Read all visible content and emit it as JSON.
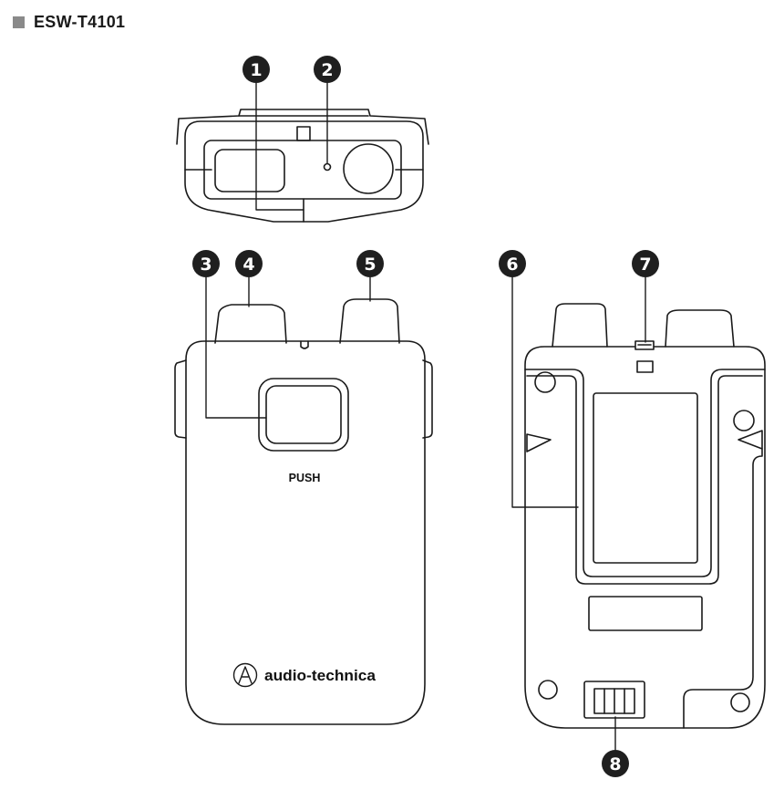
{
  "header": {
    "title": "ESW-T4101",
    "marker_color": "#8a8a8a"
  },
  "device": {
    "front_button_label": "PUSH",
    "brand_name": "audio-technica",
    "brand_logo": "audio-technica-logo-icon"
  },
  "callouts": [
    {
      "number": "1"
    },
    {
      "number": "2"
    },
    {
      "number": "3"
    },
    {
      "number": "4"
    },
    {
      "number": "5"
    },
    {
      "number": "6"
    },
    {
      "number": "7"
    },
    {
      "number": "8"
    }
  ],
  "colors": {
    "line": "#1a1a1a",
    "badge": "#1f1f1f",
    "background": "#ffffff"
  }
}
